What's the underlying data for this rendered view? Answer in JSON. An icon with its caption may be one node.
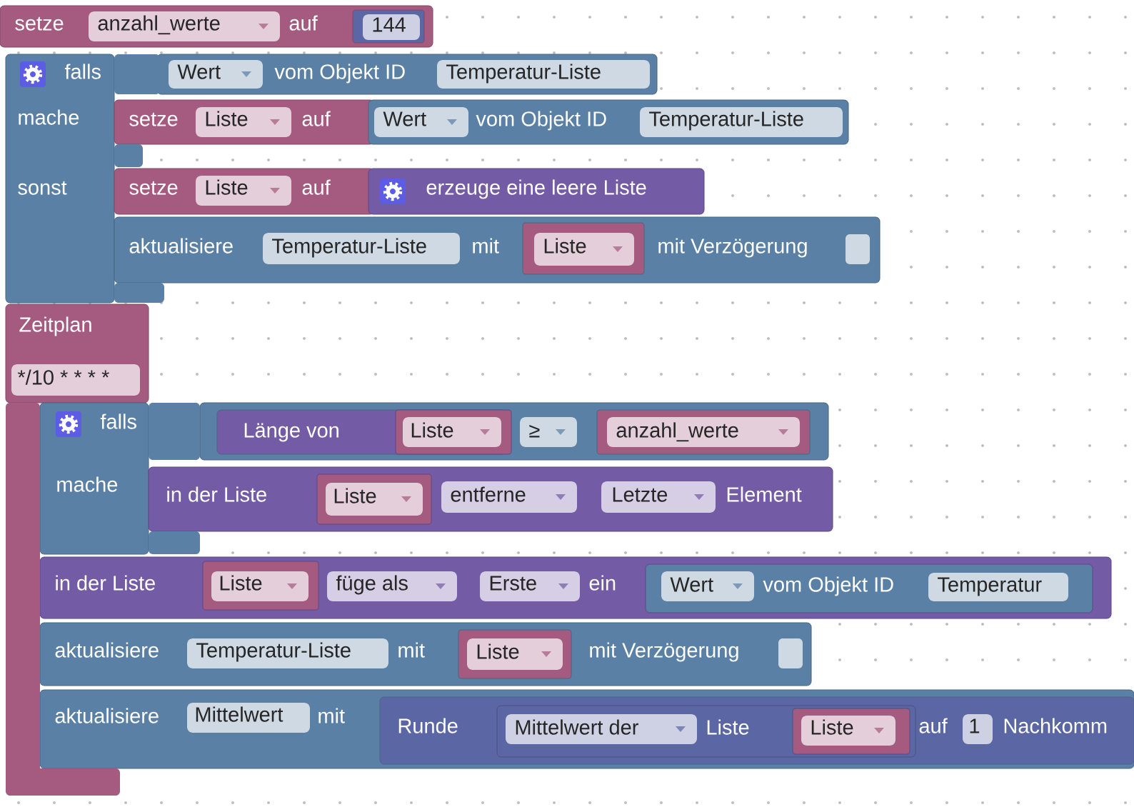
{
  "diagram": {
    "nodes": [
      {
        "text": [
          "setze",
          "auf"
        ]
      },
      {
        "text": [
          "anzahl_werte"
        ],
        "in": 0
      },
      {
        "text": [
          "144"
        ],
        "in": 0
      },
      {
        "text": [
          "falls",
          "mache",
          "sonst"
        ]
      },
      {
        "text": [
          "vom Objekt ID"
        ]
      },
      {
        "text": [
          "Wert"
        ],
        "in": 4
      },
      {
        "text": [
          "Temperatur-Liste"
        ],
        "in": 4
      },
      {
        "text": [
          "setze",
          "auf"
        ]
      },
      {
        "text": [
          "Liste"
        ],
        "in": 7
      },
      {
        "text": [
          "vom Objekt ID"
        ]
      },
      {
        "text": [
          "Wert"
        ],
        "in": 9
      },
      {
        "text": [
          "Temperatur-Liste"
        ],
        "in": 9
      },
      {
        "text": [
          "setze",
          "auf"
        ]
      },
      {
        "text": [
          "Liste"
        ],
        "in": 12
      },
      {
        "text": [
          "erzeuge eine leere Liste"
        ]
      },
      {
        "text": [
          "aktualisiere",
          "mit",
          "mit Verzögerung"
        ]
      },
      {
        "text": [
          "Temperatur-Liste"
        ],
        "in": 15
      },
      {
        "text": [
          "Liste"
        ],
        "in": 15
      },
      {
        "text": [
          "Zeitplan"
        ]
      },
      {
        "text": [
          "*/10 * * * *"
        ],
        "in": 18
      },
      {
        "text": [
          "falls",
          "mache"
        ]
      },
      {
        "text": [],
        "shape": "box"
      },
      {
        "text": [
          "Länge von"
        ],
        "in": 21
      },
      {
        "text": [
          "Liste"
        ],
        "in": 22
      },
      {
        "text": [
          "≥"
        ],
        "in": 21
      },
      {
        "text": [
          "anzahl_werte"
        ],
        "in": 21
      },
      {
        "text": [
          "in der Liste",
          "Element"
        ]
      },
      {
        "text": [
          "Liste"
        ],
        "in": 26
      },
      {
        "text": [
          "entferne"
        ],
        "in": 26
      },
      {
        "text": [
          "Letzte"
        ],
        "in": 26
      },
      {
        "text": [
          "in der Liste",
          "ein"
        ]
      },
      {
        "text": [
          "Liste"
        ],
        "in": 30
      },
      {
        "text": [
          "füge als"
        ],
        "in": 30
      },
      {
        "text": [
          "Erste"
        ],
        "in": 30
      },
      {
        "text": [
          "vom Objekt ID"
        ],
        "in": 30
      },
      {
        "text": [
          "Wert"
        ],
        "in": 34
      },
      {
        "text": [
          "Temperatur"
        ],
        "in": 34
      },
      {
        "text": [
          "aktualisiere",
          "mit",
          "mit Verzögerung"
        ]
      },
      {
        "text": [
          "Temperatur-Liste"
        ],
        "in": 37
      },
      {
        "text": [
          "Liste"
        ],
        "in": 37
      },
      {
        "text": [
          "aktualisiere",
          "mit"
        ]
      },
      {
        "text": [
          "Mittelwert"
        ],
        "in": 40
      },
      {
        "text": [
          "Runde",
          "auf",
          "Nachkomm"
        ],
        "in": 40
      },
      {
        "text": [
          "Liste"
        ],
        "in": 42
      },
      {
        "text": [
          "Mittelwert der"
        ],
        "in": 43
      },
      {
        "text": [
          "Liste"
        ],
        "in": 43
      },
      {
        "text": [
          "1"
        ],
        "in": 42
      }
    ]
  }
}
